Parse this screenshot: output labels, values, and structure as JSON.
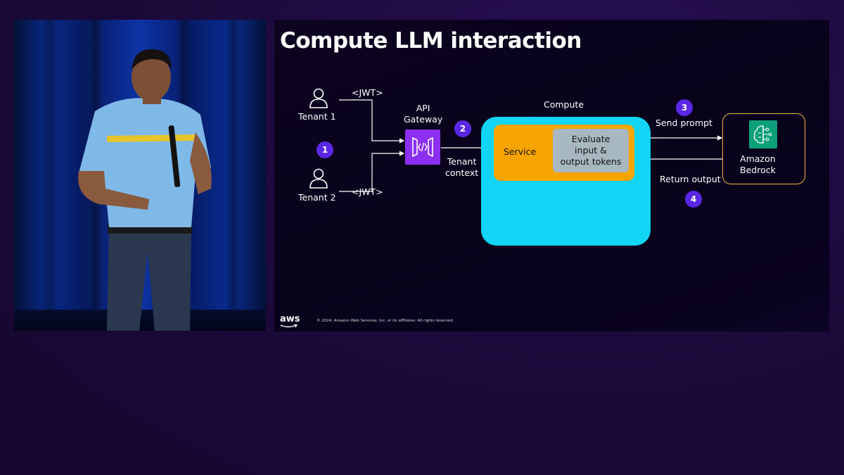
{
  "slide": {
    "title": "Compute LLM interaction",
    "tenant1": "Tenant 1",
    "tenant2": "Tenant 2",
    "jwt_top": "<JWT>",
    "jwt_bottom": "<JWT>",
    "api_gateway": "API\nGateway",
    "tenant_context": "Tenant\ncontext",
    "compute": "Compute",
    "service": "Service",
    "evaluate": "Evaluate\ninput &\noutput tokens",
    "send_prompt": "Send prompt",
    "return_output": "Return output",
    "bedrock": "Amazon\nBedrock",
    "steps": [
      "1",
      "2",
      "3",
      "4"
    ],
    "aws_logo": "aws",
    "copyright": "© 2024, Amazon Web Services, Inc. or its affiliates. All rights reserved."
  },
  "colors": {
    "compute": "#12d4f5",
    "service": "#f5a400",
    "evaluate": "#a8b8c0",
    "step_badge": "#5a27e6",
    "api_gateway": "#8b2ff0",
    "bedrock": "#0d9f7a",
    "bedrock_border": "#f2b646"
  }
}
